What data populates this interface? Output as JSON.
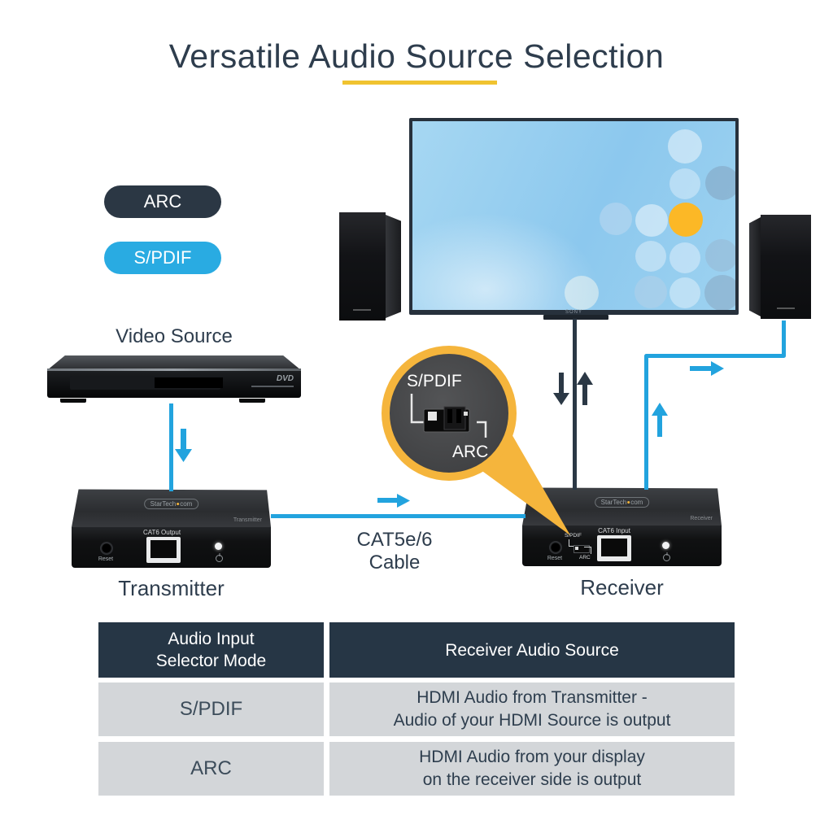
{
  "title": {
    "text": "Versatile Audio Source Selection",
    "underline_color": "#f0c330"
  },
  "badges": {
    "arc": {
      "label": "ARC",
      "bg": "#2b3744"
    },
    "spdif": {
      "label": "S/PDIF",
      "bg": "#29abe2"
    }
  },
  "colors": {
    "cyan_line": "#22a3de",
    "navy_line": "#2b3845",
    "magnifier_yellow": "#f5b53c"
  },
  "video_source": {
    "label": "Video Source",
    "dvd_logo": "DVD"
  },
  "tv": {
    "brand": "SONY",
    "highlight_circle_color": "#fcb826"
  },
  "magnifier": {
    "spdif_label": "S/PDIF",
    "arc_label": "ARC"
  },
  "cable": {
    "label": "CAT5e/6 Cable"
  },
  "transmitter": {
    "caption": "Transmitter",
    "brand_pre": "StarTech",
    "brand_post": "com",
    "top_badge": "Transmitter",
    "reset_label": "Reset",
    "port_label": "CAT6 Output"
  },
  "receiver": {
    "caption": "Receiver",
    "brand_pre": "StarTech",
    "brand_post": "com",
    "top_badge": "Receiver",
    "reset_label": "Reset",
    "port_label": "CAT6 Input",
    "switch_top_label": "S/PDIF",
    "switch_bottom_label": "ARC"
  },
  "table": {
    "headers": {
      "col1_line1": "Audio Input",
      "col1_line2": "Selector Mode",
      "col2": "Receiver Audio Source"
    },
    "rows": [
      {
        "mode": "S/PDIF",
        "desc_line1": "HDMI Audio from Transmitter -",
        "desc_line2": "Audio of your HDMI Source is output"
      },
      {
        "mode": "ARC",
        "desc_line1": "HDMI Audio from your display",
        "desc_line2": "on the receiver side is output"
      }
    ]
  }
}
